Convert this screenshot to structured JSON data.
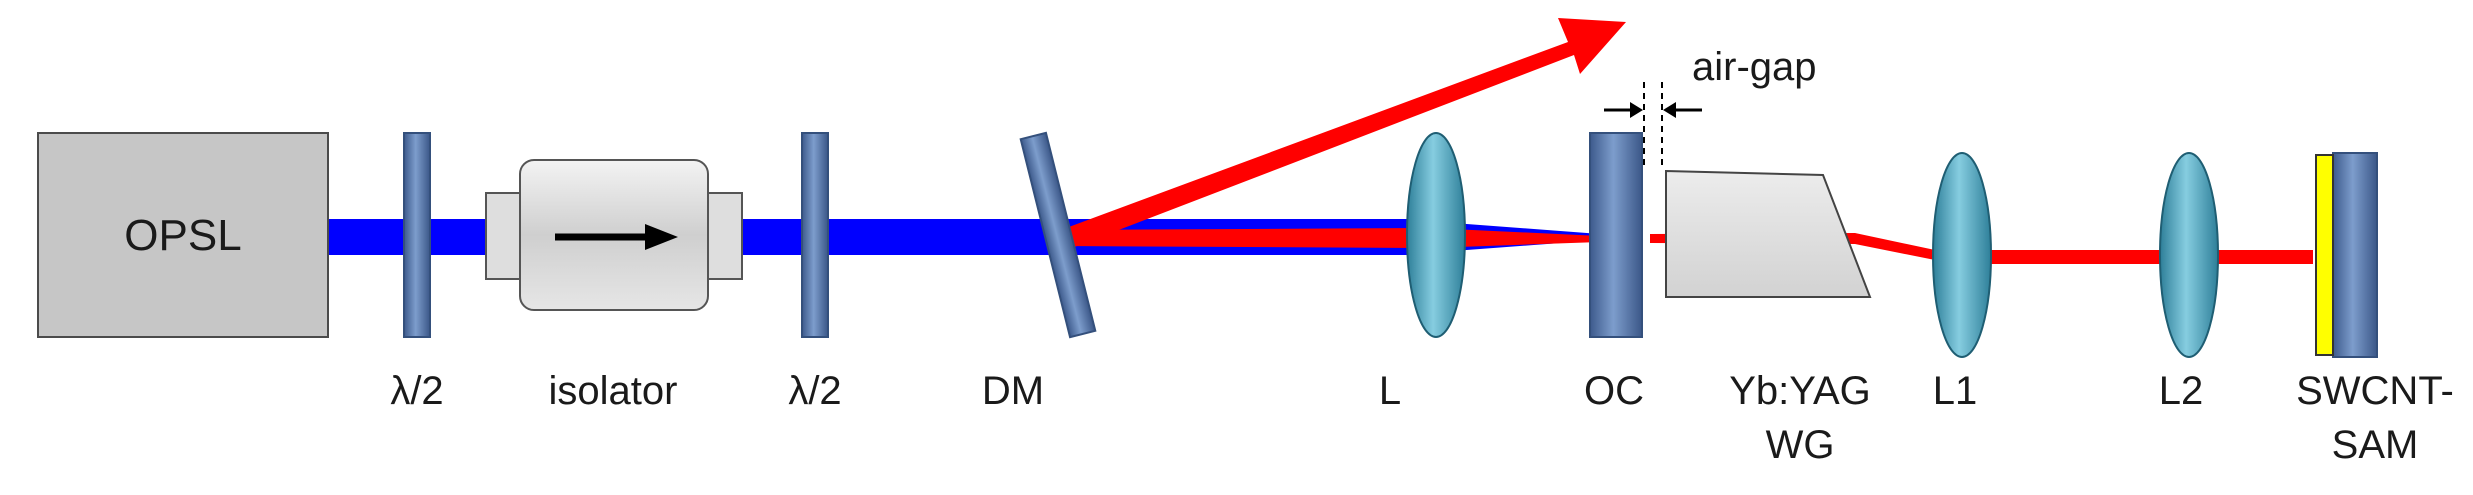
{
  "diagram": {
    "labels": {
      "opsl": "OPSL",
      "half_wave_plate_1": "λ/2",
      "isolator": "isolator",
      "half_wave_plate_2": "λ/2",
      "dichroic_mirror": "DM",
      "lens": "L",
      "output_coupler": "OC",
      "waveguide_line1": "Yb:YAG",
      "waveguide_line2": "WG",
      "lens_1": "L1",
      "lens_2": "L2",
      "sam_line1": "SWCNT-",
      "sam_line2": "SAM",
      "air_gap": "air-gap"
    },
    "colors": {
      "pump_beam": "#0000ff",
      "laser_beam": "#ff0000",
      "optic_blue": "#4f6fa6",
      "lens_teal": "#5aaec6",
      "housing_gray": "#c9c9c9",
      "sam_yellow": "#ffff00"
    }
  }
}
